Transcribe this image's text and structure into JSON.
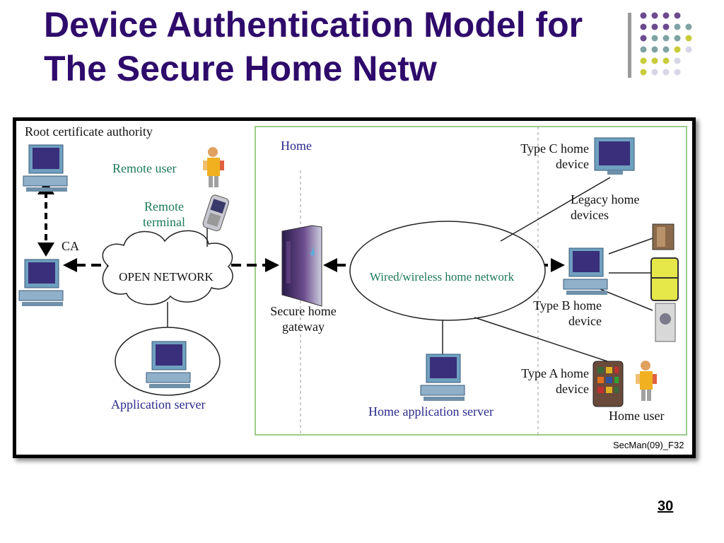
{
  "slide": {
    "title": "Device Authentication Model for The Secure Home Netw",
    "page_number": "30"
  },
  "diagram": {
    "root_ca": "Root certificate authority",
    "remote_user": "Remote user",
    "remote_terminal": "Remote terminal",
    "ca": "CA",
    "open_network": "OPEN NETWORK",
    "application_server": "Application server",
    "home": "Home",
    "secure_gateway": "Secure home gateway",
    "home_network": "Wired/wireless home network",
    "home_app_server": "Home application server",
    "type_c": "Type C home device",
    "legacy": "Legacy home devices",
    "type_b": "Type B home device",
    "type_a": "Type A home device",
    "home_user": "Home user",
    "figure_code": "SecMan(09)_F32"
  },
  "colors": {
    "title": "#2e0b6b",
    "teal_label": "#1d7a58",
    "blue_label": "#2a2a8c",
    "home_border": "#9ccc8c",
    "accent_purple": "#6c4a8e",
    "accent_teal": "#7fa3a3",
    "accent_yellow": "#c8cc3a"
  }
}
